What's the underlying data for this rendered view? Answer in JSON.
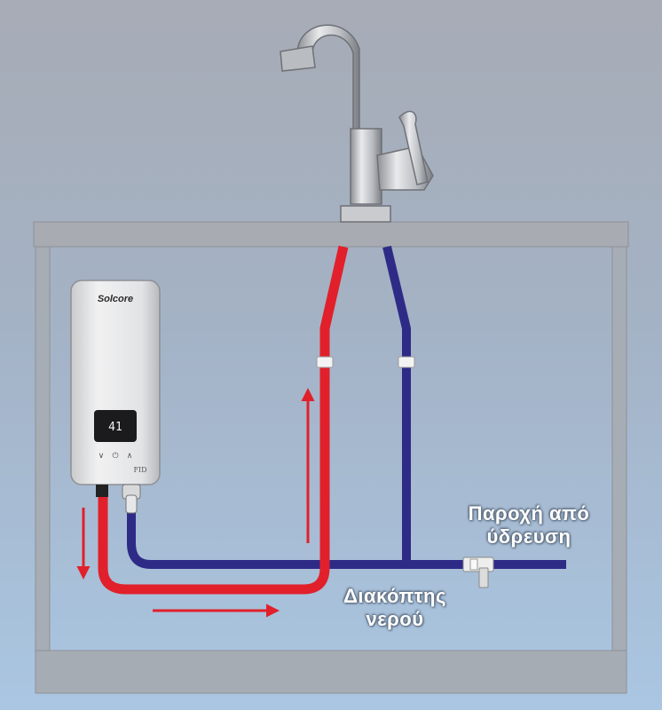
{
  "heater": {
    "brand": "Solcore",
    "model": "FID",
    "display_reading": "41",
    "buttons": [
      "∨",
      "⏻",
      "∧"
    ]
  },
  "labels": {
    "water_supply": [
      "Παροχή από",
      "ύδρευση"
    ],
    "water_valve": [
      "Διακόπτης",
      "νερού"
    ]
  },
  "colors": {
    "hot_pipe": "#e1202b",
    "cold_pipe": "#2e2b87",
    "cabinet": "#a8acb2",
    "flow_arrow": "#e1202b",
    "label_text": "#ffffff"
  }
}
